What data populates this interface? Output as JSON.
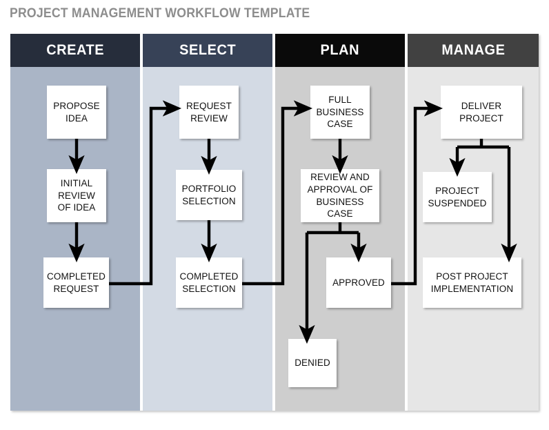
{
  "title": "PROJECT MANAGEMENT WORKFLOW TEMPLATE",
  "colors": {
    "title_text": "#8d8d8d",
    "create_header": "#262d3b",
    "select_header": "#374257",
    "plan_header": "#0a0a0a",
    "manage_header": "#414141",
    "create_body": "#aab5c6",
    "select_body": "#d3dae4",
    "plan_body": "#cecece",
    "manage_body": "#e6e6e6",
    "node_fill": "#ffffff",
    "node_text": "#111111",
    "connector": "#000000"
  },
  "lanes": [
    {
      "key": "create",
      "header": "CREATE",
      "header_color": "#262d3b",
      "body_color": "#aab5c6",
      "nodes": [
        {
          "key": "propose-idea",
          "label": "PROPOSE\nIDEA"
        },
        {
          "key": "initial-review-of-idea",
          "label": "INITIAL\nREVIEW\nOF IDEA"
        },
        {
          "key": "completed-request",
          "label": "COMPLETED\nREQUEST"
        }
      ]
    },
    {
      "key": "select",
      "header": "SELECT",
      "header_color": "#374257",
      "body_color": "#d3dae4",
      "nodes": [
        {
          "key": "request-review",
          "label": "REQUEST\nREVIEW"
        },
        {
          "key": "portfolio-selection",
          "label": "PORTFOLIO\nSELECTION"
        },
        {
          "key": "completed-selection",
          "label": "COMPLETED\nSELECTION"
        }
      ]
    },
    {
      "key": "plan",
      "header": "PLAN",
      "header_color": "#0a0a0a",
      "body_color": "#cecece",
      "nodes": [
        {
          "key": "full-business-case",
          "label": "FULL\nBUSINESS\nCASE"
        },
        {
          "key": "review-and-approval-of-business-case",
          "label": "REVIEW AND\nAPPROVAL OF\nBUSINESS CASE"
        },
        {
          "key": "approved",
          "label": "APPROVED"
        },
        {
          "key": "denied",
          "label": "DENIED"
        }
      ]
    },
    {
      "key": "manage",
      "header": "MANAGE",
      "header_color": "#414141",
      "body_color": "#e6e6e6",
      "nodes": [
        {
          "key": "deliver-project",
          "label": "DELIVER\nPROJECT"
        },
        {
          "key": "project-suspended",
          "label": "PROJECT\nSUSPENDED"
        },
        {
          "key": "post-project-implementation",
          "label": "POST PROJECT\nIMPLEMENTATION"
        }
      ]
    }
  ],
  "flow_edges": [
    {
      "from": "propose-idea",
      "to": "initial-review-of-idea",
      "type": "arrow-down"
    },
    {
      "from": "initial-review-of-idea",
      "to": "completed-request",
      "type": "arrow-down"
    },
    {
      "from": "completed-request",
      "to": "request-review",
      "type": "elbow-right-up"
    },
    {
      "from": "request-review",
      "to": "portfolio-selection",
      "type": "arrow-down"
    },
    {
      "from": "portfolio-selection",
      "to": "completed-selection",
      "type": "arrow-down"
    },
    {
      "from": "completed-selection",
      "to": "full-business-case",
      "type": "elbow-right-up"
    },
    {
      "from": "full-business-case",
      "to": "review-and-approval-of-business-case",
      "type": "arrow-down"
    },
    {
      "from": "review-and-approval-of-business-case",
      "to": "approved",
      "type": "split-right"
    },
    {
      "from": "review-and-approval-of-business-case",
      "to": "denied",
      "type": "split-left-down"
    },
    {
      "from": "approved",
      "to": "deliver-project",
      "type": "elbow-right-up"
    },
    {
      "from": "deliver-project",
      "to": "project-suspended",
      "type": "split-left"
    },
    {
      "from": "deliver-project",
      "to": "post-project-implementation",
      "type": "split-right-down"
    }
  ]
}
